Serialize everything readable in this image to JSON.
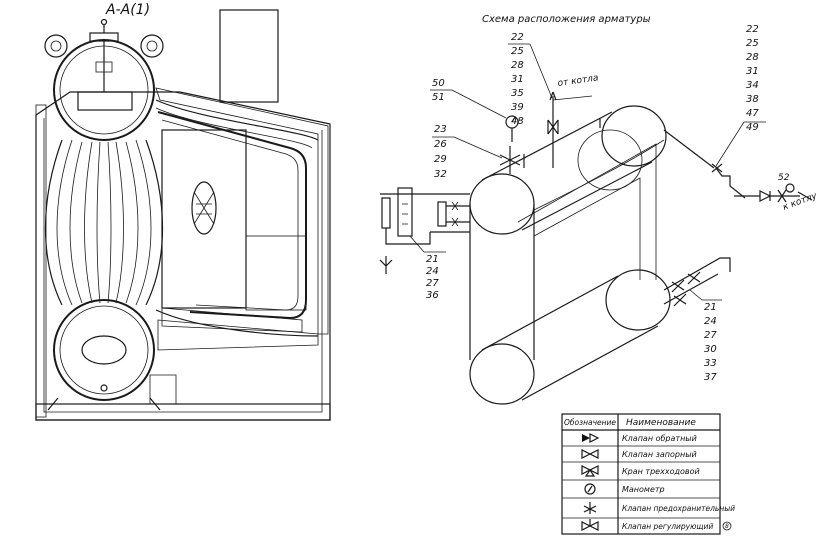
{
  "section_label": "А-А(1)",
  "scheme_title": "Схема расположения арматуры",
  "callouts": {
    "c_top": [
      "22",
      "25",
      "28",
      "31",
      "35",
      "39",
      "48"
    ],
    "c_gauge": [
      "50",
      "51"
    ],
    "c_left": [
      "23",
      "26",
      "29",
      "32"
    ],
    "c_right": [
      "22",
      "25",
      "28",
      "31",
      "34",
      "38",
      "47",
      "49"
    ],
    "c_bottom_left": [
      "21",
      "24",
      "27",
      "36"
    ],
    "c_bottom_right": [
      "21",
      "24",
      "27",
      "30",
      "33",
      "37"
    ],
    "c_52": [
      "52"
    ]
  },
  "from_boiler_top": "от котла",
  "to_boiler_right": "к котлу",
  "legend": {
    "header_symbol": "Обозначение",
    "header_name": "Наименование",
    "rows": [
      {
        "symbol": "check-valve-icon",
        "name": "Клапан обратный"
      },
      {
        "symbol": "gate-valve-icon",
        "name": "Клапан запорный"
      },
      {
        "symbol": "three-way-valve-icon",
        "name": "Кран трехходовой"
      },
      {
        "symbol": "manometer-icon",
        "name": "Манометр"
      },
      {
        "symbol": "safety-valve-icon",
        "name": "Клапан предохранительный"
      },
      {
        "symbol": "regulating-valve-icon",
        "name": "Клапан регулирующий"
      }
    ],
    "note_mark": "8"
  }
}
